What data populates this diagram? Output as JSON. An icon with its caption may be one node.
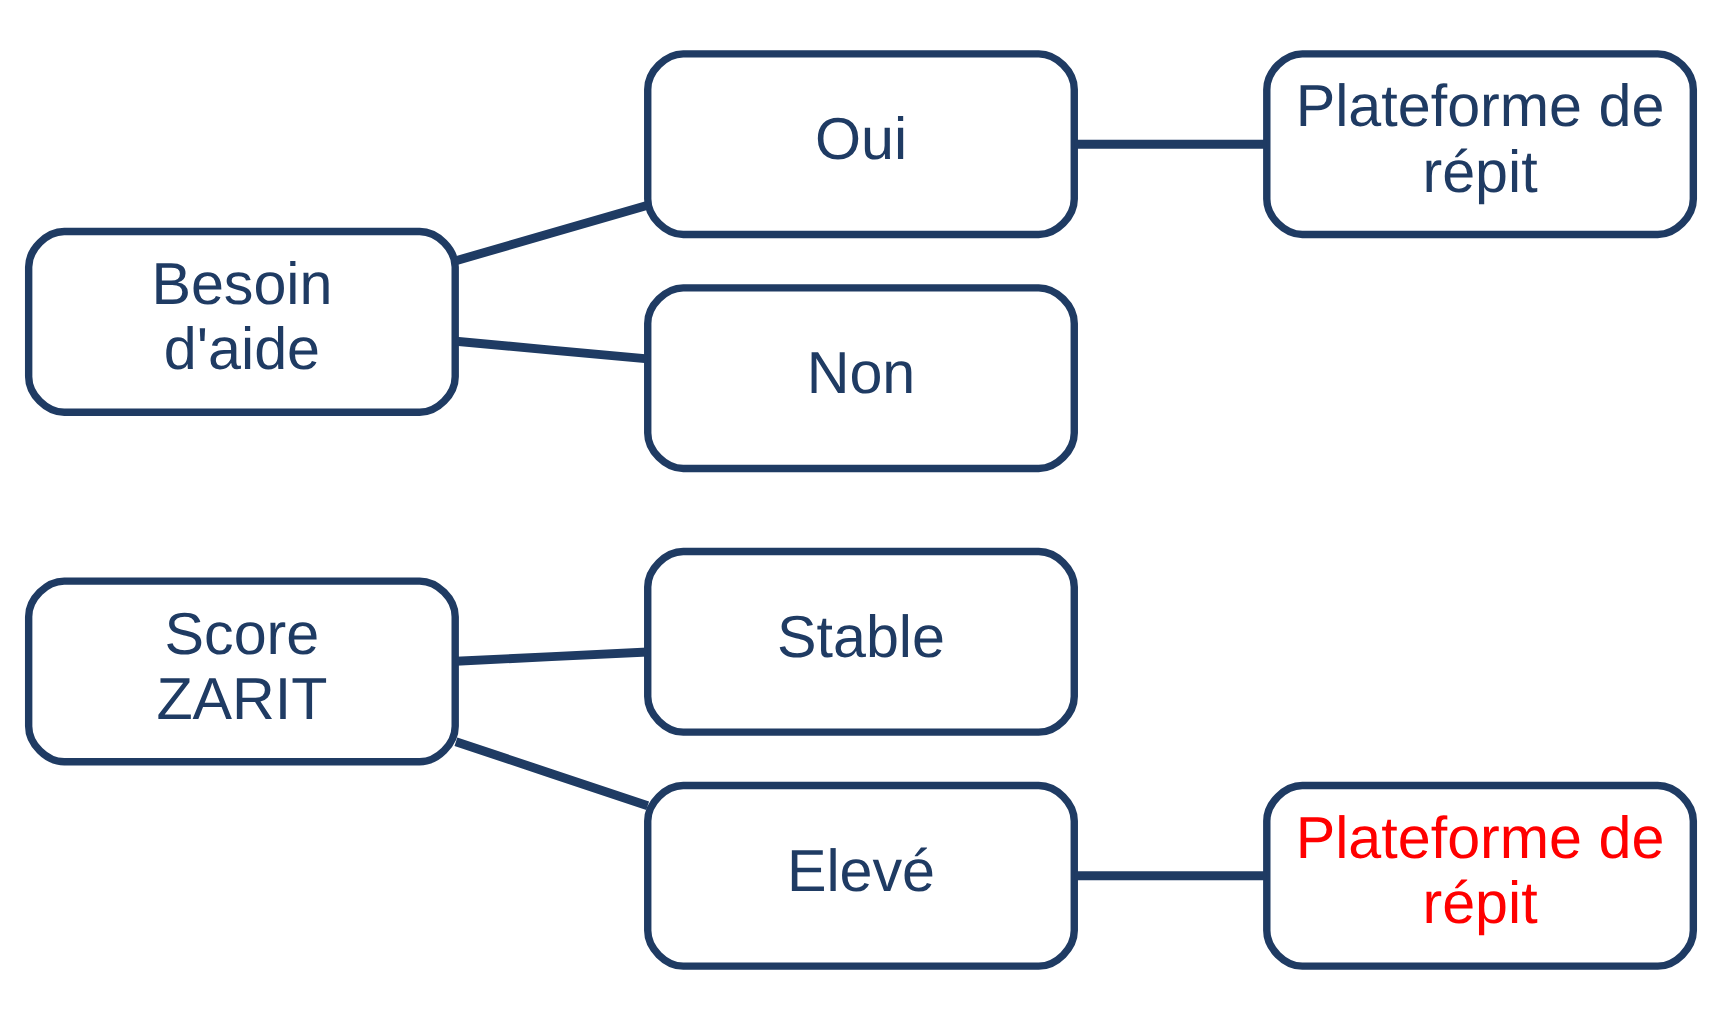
{
  "diagram": {
    "nodes": [
      {
        "text": [
          "Score ZARIT"
        ]
      },
      {
        "text": [
          "Stable"
        ]
      },
      {
        "text": [
          "Elevé"
        ]
      },
      {
        "text": [
          "Plateforme de répit"
        ]
      },
      {
        "text": [
          "Besoin d'aide"
        ]
      },
      {
        "text": [
          "Oui"
        ]
      },
      {
        "text": [
          "Plateforme de répit"
        ]
      },
      {
        "text": [
          "Non"
        ]
      }
    ],
    "edges": [
      {
        "from": 0,
        "to": 1,
        "arrow": "none"
      },
      {
        "from": 0,
        "to": 2,
        "arrow": "none"
      },
      {
        "from": 2,
        "to": 3,
        "arrow": "none"
      },
      {
        "from": 4,
        "to": 5,
        "arrow": "none"
      },
      {
        "from": 5,
        "to": 6,
        "arrow": "none"
      },
      {
        "from": 4,
        "to": 7,
        "arrow": "none"
      }
    ]
  }
}
